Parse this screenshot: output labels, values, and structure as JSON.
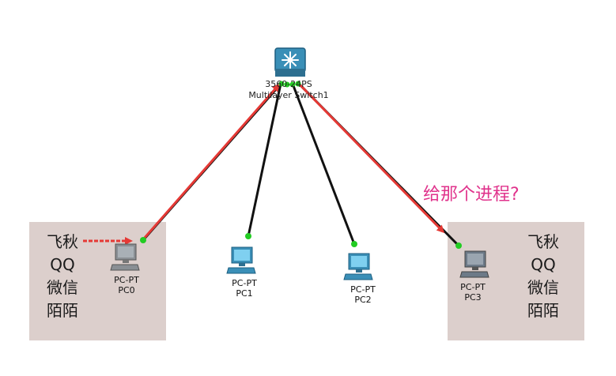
{
  "switch": {
    "model": "3560-24PS",
    "name": "Multilayer Switch1"
  },
  "pcs": [
    {
      "type": "PC-PT",
      "name": "PC0"
    },
    {
      "type": "PC-PT",
      "name": "PC1"
    },
    {
      "type": "PC-PT",
      "name": "PC2"
    },
    {
      "type": "PC-PT",
      "name": "PC3"
    }
  ],
  "left_apps": [
    "飞秋",
    "QQ",
    "微信",
    "陌陌"
  ],
  "right_apps": [
    "飞秋",
    "QQ",
    "微信",
    "陌陌"
  ],
  "annotation": "给那个进程?",
  "colors": {
    "arrow": "#e53935",
    "annotation": "#e0338c",
    "link": "#111111",
    "port": "#22cc22",
    "box": "#dccfcc"
  }
}
